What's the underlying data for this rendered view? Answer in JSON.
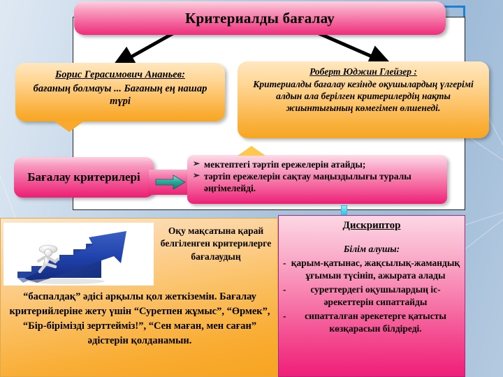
{
  "slide": {
    "title": "Критериалды бағалау"
  },
  "quotes": {
    "left": {
      "author": "Борис Герасимович Ананьев:",
      "text": "бағаның болмауы ... Бағаның ең нашар түрі"
    },
    "right": {
      "author": "Роберт Юджин Глейзер :",
      "text": "Критериалды  бағалау кезінде оқушылардың үлгерімі алдын ала берілген критерилердің нақты жиынтығының көмегімен өлшенеді."
    }
  },
  "criteria": {
    "label": "Бағалау критерилері",
    "arrow_icon": "right-arrow-icon",
    "bullet_mark": "➢",
    "items": [
      "мектептегі тәртіп ережелерін атайды;",
      "тәртіп ережелерін сақтау маңыздылығы туралы әңгімелейді."
    ]
  },
  "bottom_left": {
    "image_alt": "stairs-growth-arrow-image",
    "text_right": "Оқу мақсатына қарай белгіленген критерилерге бағалаудың",
    "text_bottom": "“баспалдақ” әдісі  арқылы қол жеткіземін. Бағалау критерийлеріне жету үшін “Суретпен жұмыс”, “Өрмек”, “Бір-бірімізді зерттейміз!”, “Сен маған, мен саған” әдістерін қолданамын."
  },
  "descriptor": {
    "title": "Дискриптор",
    "subtitle": "Білім алушы:",
    "dash": "-",
    "items": [
      "қарым-қатынас, жақсылық-жамандық ұғымын түсініп, ажырата алады",
      "суреттердегі оқушылардың іс-әрекеттерін сипаттайды",
      "сипатталған әрекетерге қатысты көзқарасын білдіреді."
    ]
  },
  "colors": {
    "pink_accent": "#ec1f74",
    "orange_accent": "#f8a41f",
    "blue_frame": "#1f7fd0",
    "cyan_tick": "#27b6e0",
    "arrow_teal": "#2aab9b"
  }
}
